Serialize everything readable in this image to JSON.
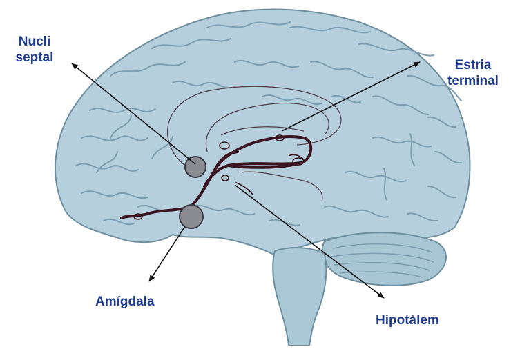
{
  "labels": {
    "septal_nuclei": [
      "Nucli",
      "septal"
    ],
    "stria_terminalis": [
      "Estria",
      "terminal"
    ],
    "amygdala": "Amígdala",
    "hypothalamus": "Hipotàlem"
  },
  "colors": {
    "brain_fill": "#b5d0dc",
    "brain_outline": "#6e8fa0",
    "gyri_lines": "#7d9db0",
    "pathway": "#3a1420",
    "nucleus_fill": "#8a8c92",
    "label_text": "#1f3d8f",
    "arrow": "#111111"
  }
}
